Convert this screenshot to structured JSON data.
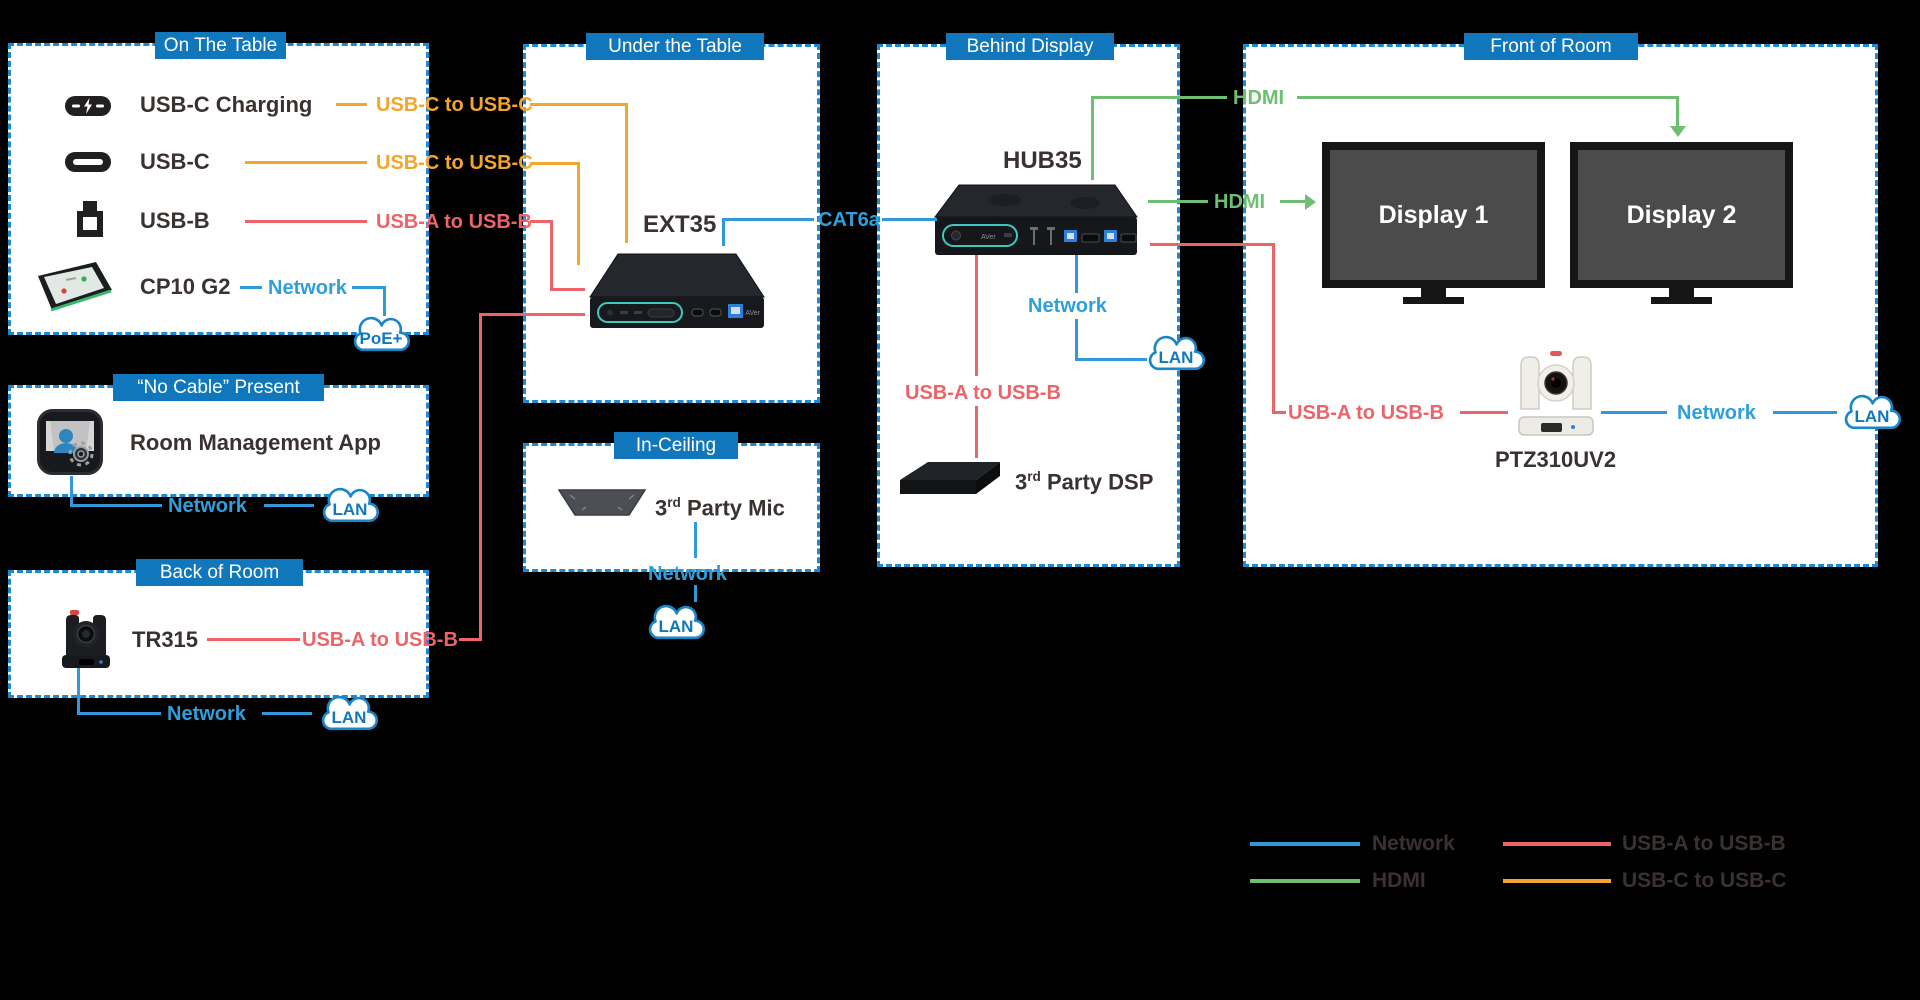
{
  "titles": {
    "on_table": "On The Table",
    "no_cable": "“No Cable” Present",
    "back_room": "Back of Room",
    "under_table": "Under the Table",
    "in_ceiling": "In-Ceiling",
    "behind_display": "Behind Display",
    "front_room": "Front of Room"
  },
  "on_table": {
    "rows": [
      {
        "label": "USB-C Charging",
        "cable": "USB-C to USB-C"
      },
      {
        "label": "USB-C",
        "cable": "USB-C to USB-C"
      },
      {
        "label": "USB-B",
        "cable": "USB-A to USB-B"
      },
      {
        "label": "CP10 G2",
        "net": "Network"
      }
    ],
    "cloud": "PoE+"
  },
  "no_cable": {
    "device": "Room Management App",
    "net": "Network",
    "cloud": "LAN"
  },
  "back_room": {
    "device": "TR315",
    "usb": "USB-A to USB-B",
    "net": "Network",
    "cloud": "LAN"
  },
  "under_table": {
    "device": "EXT35",
    "cat": "CAT6a"
  },
  "in_ceiling": {
    "mic_num": "3",
    "mic_sup": "rd",
    "mic_rest": " Party Mic",
    "net": "Network",
    "cloud": "LAN"
  },
  "behind": {
    "device": "HUB35",
    "hdmi": "HDMI",
    "net": "Network",
    "cloud": "LAN",
    "usb": "USB-A to USB-B",
    "dsp_num": "3",
    "dsp_sup": "rd",
    "dsp_rest": " Party DSP"
  },
  "front": {
    "display1": "Display 1",
    "display2": "Display 2",
    "camera": "PTZ310UV2",
    "usb": "USB-A to USB-B",
    "net": "Network",
    "cloud": "LAN"
  },
  "legend": {
    "network": "Network",
    "hdmi": "HDMI",
    "usba": "USB-A to USB-B",
    "usbc": "USB-C to USB-C"
  },
  "colors": {
    "network_blue": "#3398d8",
    "hdmi_green": "#6fbf72",
    "usb_red": "#ec6468",
    "usbc_orange": "#f4a52d",
    "title_bar_blue": "#1177bd",
    "border_blue": "#1e88d0",
    "text_dark": "#3a3230"
  }
}
